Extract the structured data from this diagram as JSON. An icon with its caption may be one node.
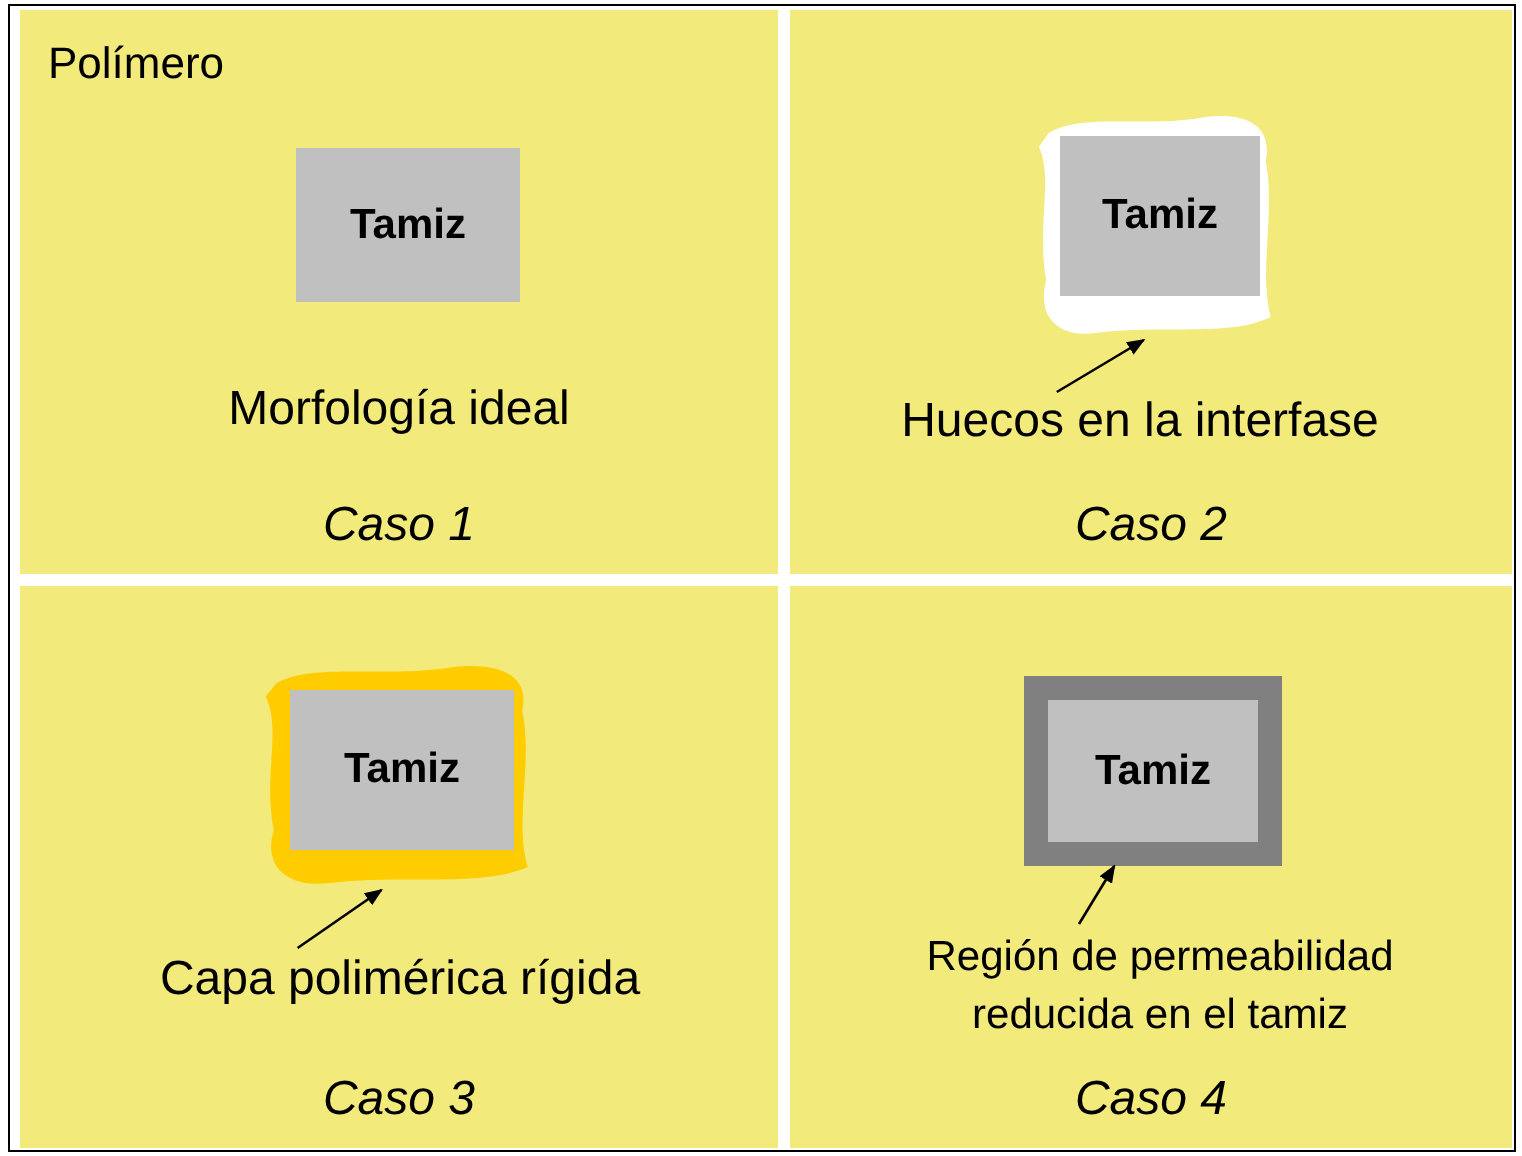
{
  "diagram": {
    "nodes": [
      {
        "text": [
          "Polímero",
          "Morfología ideal",
          "Caso 1"
        ]
      },
      {
        "text": [
          "Tamiz"
        ],
        "in": 0
      },
      {
        "text": [
          "Caso 2"
        ]
      },
      {
        "text": [],
        "shape": "cloud",
        "in": 2
      },
      {
        "text": [
          "Tamiz"
        ],
        "in": 3
      },
      {
        "text": [
          "Huecos en la interfase"
        ],
        "in": 2
      },
      {
        "text": [
          "Caso 3"
        ]
      },
      {
        "text": [],
        "shape": "cloud",
        "in": 6
      },
      {
        "text": [
          "Tamiz"
        ],
        "in": 7
      },
      {
        "text": [
          "Capa polimérica rígida"
        ],
        "in": 6
      },
      {
        "text": [
          "Caso 4"
        ]
      },
      {
        "text": [],
        "shape": "box",
        "in": 10
      },
      {
        "text": [
          "Tamiz"
        ],
        "in": 11
      },
      {
        "text": [
          "Región de permeabilidad reducida en el tamiz"
        ],
        "in": 10
      }
    ],
    "edges": [
      {
        "from": 5,
        "to": 3,
        "arrow": "to"
      },
      {
        "from": 9,
        "to": 7,
        "arrow": "to"
      },
      {
        "from": 13,
        "to": 11,
        "arrow": "to"
      }
    ]
  }
}
